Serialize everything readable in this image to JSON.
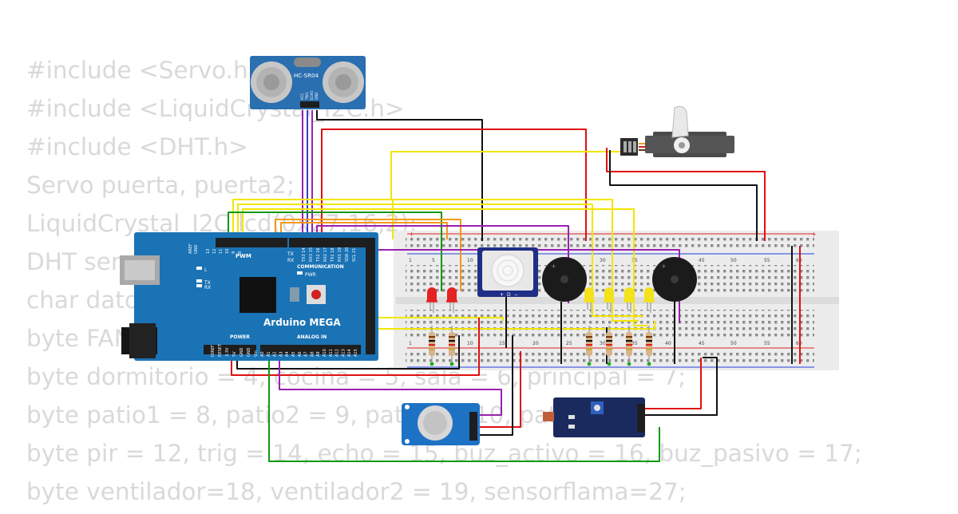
{
  "background_code": [
    "#include <Servo.h>",
    "#include <LiquidCrystal_I2C.h>",
    "#include <DHT.h>",
    "Servo puerta, puerta2;",
    "LiquidCrystal_I2C lcd(0x27,16,2);",
    "DHT sensor(",
    "char dato",
    "byte FAN",
    "byte dormitorio = 4, cocina = 5, sala = 6, principal = 7;",
    "byte patio1 = 8, patio2 = 9, patio3 = 10, patio4",
    "byte pir = 12, trig = 14, echo = 15, buz_activo = 16, buz_pasivo = 17;",
    "byte ventilador=18, ventilador2 = 19, sensorflama=27;"
  ],
  "arduino": {
    "name": "Arduino MEGA",
    "pwm": "PWM",
    "communication": "COMMUNICATION",
    "power": "POWER",
    "analog_in": "ANALOG IN",
    "pwr_led": "PWR",
    "led_l": "L",
    "led_tx": "TX",
    "led_rx": "RX",
    "aref": "AREF",
    "gnd": "GND",
    "tx": "TX",
    "rx": "RX",
    "comm_pins": [
      "TX3 14",
      "RX3 15",
      "TX2 16",
      "RX2 17",
      "TX1 18",
      "RX1 19",
      "SDA 20",
      "SCL 21"
    ],
    "digital_top": [
      "13",
      "12",
      "11",
      "10",
      "9",
      "8"
    ],
    "power_pins": [
      "IOREF",
      "RESET",
      "3.3V",
      "5V",
      "GND",
      "GND",
      "Vin"
    ],
    "analog_pins": [
      "A0",
      "A1",
      "A2",
      "A3",
      "A4",
      "A5",
      "A6",
      "A7",
      "A8",
      "A9",
      "A10",
      "A11",
      "A12",
      "A13",
      "A14",
      "A15"
    ]
  },
  "ultrasonic": {
    "model": "HC-SR04",
    "pins": [
      "VCC",
      "TRIG",
      "ECHO",
      "GND"
    ]
  },
  "pir_pins": [
    "+",
    "D",
    "−"
  ],
  "breadboard": {
    "col_numbers": [
      "1",
      "5",
      "10",
      "15",
      "20",
      "25",
      "30",
      "35",
      "40",
      "45",
      "50",
      "55",
      "60"
    ]
  },
  "colors": {
    "board_blue": "#1a73b5",
    "wire_red": "#e01010",
    "wire_black": "#111111",
    "wire_yellow": "#f2e600",
    "wire_purple": "#9a20b0",
    "wire_blue": "#3a3ad8",
    "wire_green": "#119911",
    "wire_orange": "#f29a18",
    "led_red": "#e52222",
    "led_yellow": "#f3e21a"
  }
}
